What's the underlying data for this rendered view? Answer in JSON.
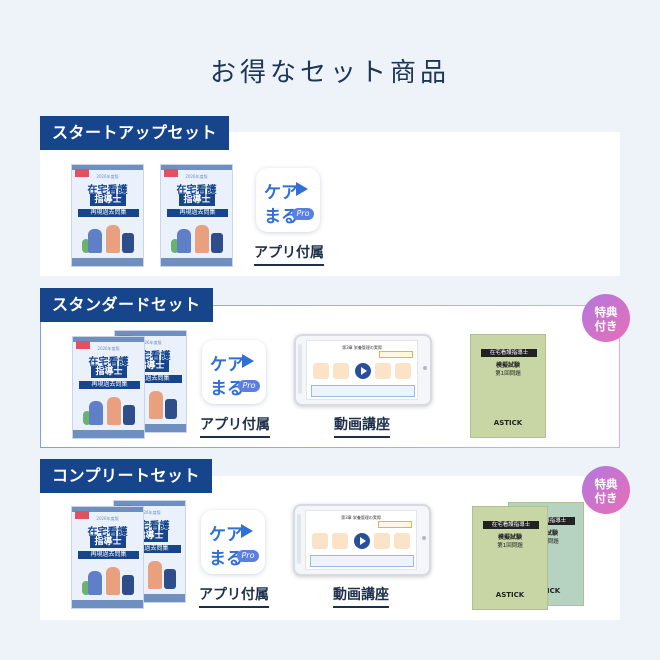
{
  "page": {
    "title": "お得なセット商品"
  },
  "book": {
    "year": "2026年度版",
    "title1": "在宅看護",
    "title2": "指導士",
    "title3": "再現過去問集"
  },
  "app": {
    "line1": "ケア",
    "line2": "まる",
    "pro": "Pro"
  },
  "exam": {
    "header": "在宅看護指導士",
    "title": "模擬試験",
    "sub": "第1回問題",
    "logo": "ASTICK"
  },
  "tablet": {
    "heading": "第3章 栄養管理の実際"
  },
  "sets": [
    {
      "label": "スタートアップセット",
      "app_caption": "アプリ付属"
    },
    {
      "label": "スタンダードセット",
      "badge": "特典付き",
      "app_caption": "アプリ付属",
      "video_caption": "動画講座"
    },
    {
      "label": "コンプリートセット",
      "badge": "特典付き",
      "app_caption": "アプリ付属",
      "video_caption": "動画講座"
    }
  ],
  "colors": {
    "accent": "#17458c",
    "badge_gradient": [
      "#b277e0",
      "#e86fb5"
    ],
    "background": "#eef3fa"
  }
}
